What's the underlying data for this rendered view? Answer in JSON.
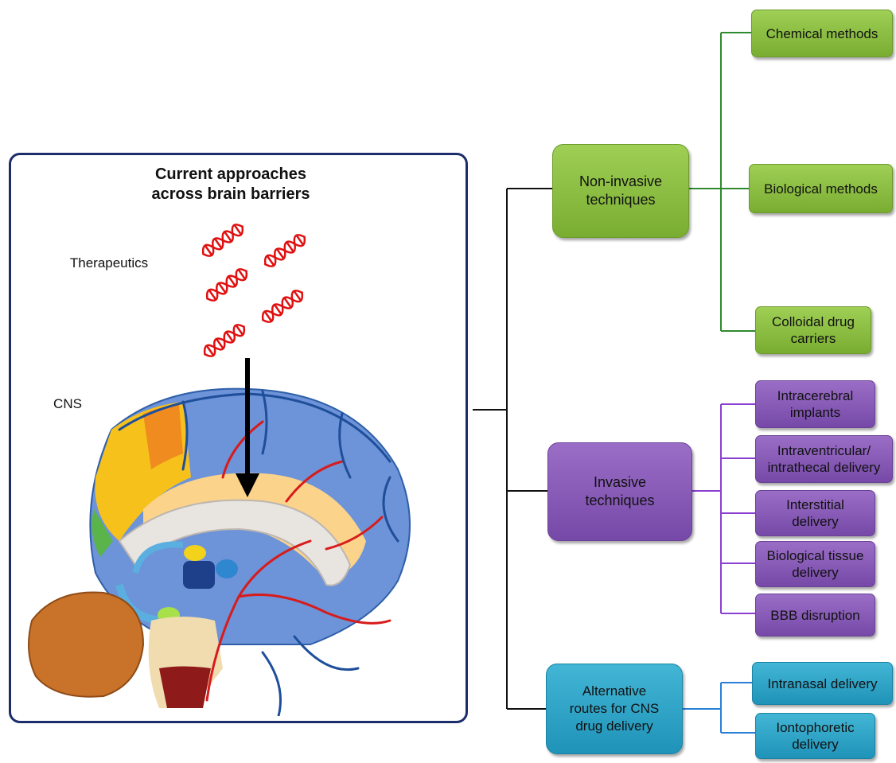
{
  "left_panel": {
    "title": "Current approaches\nacross brain barriers",
    "therapeutics_label": "Therapeutics",
    "cns_label": "CNS"
  },
  "categories": [
    {
      "label": "Non-invasive\ntechniques",
      "color": "#8dc044",
      "items": [
        "Chemical methods",
        "Biological methods",
        "Colloidal drug\ncarriers"
      ]
    },
    {
      "label": "Invasive\ntechniques",
      "color": "#8558b8",
      "items": [
        "Intracerebral\nimplants",
        "Intraventricular/\nintrathecal delivery",
        "Interstitial\ndelivery",
        "Biological tissue\ndelivery",
        "BBB disruption"
      ]
    },
    {
      "label": "Alternative\nroutes for CNS\ndrug delivery",
      "color": "#2fa6c9",
      "items": [
        "Intranasal delivery",
        "Iontophoretic\ndelivery"
      ]
    }
  ],
  "connector_colors": {
    "main": "#111111",
    "non_invasive": "#2f8a2f",
    "invasive": "#8a3fd0",
    "alternative": "#2a7fd6"
  }
}
